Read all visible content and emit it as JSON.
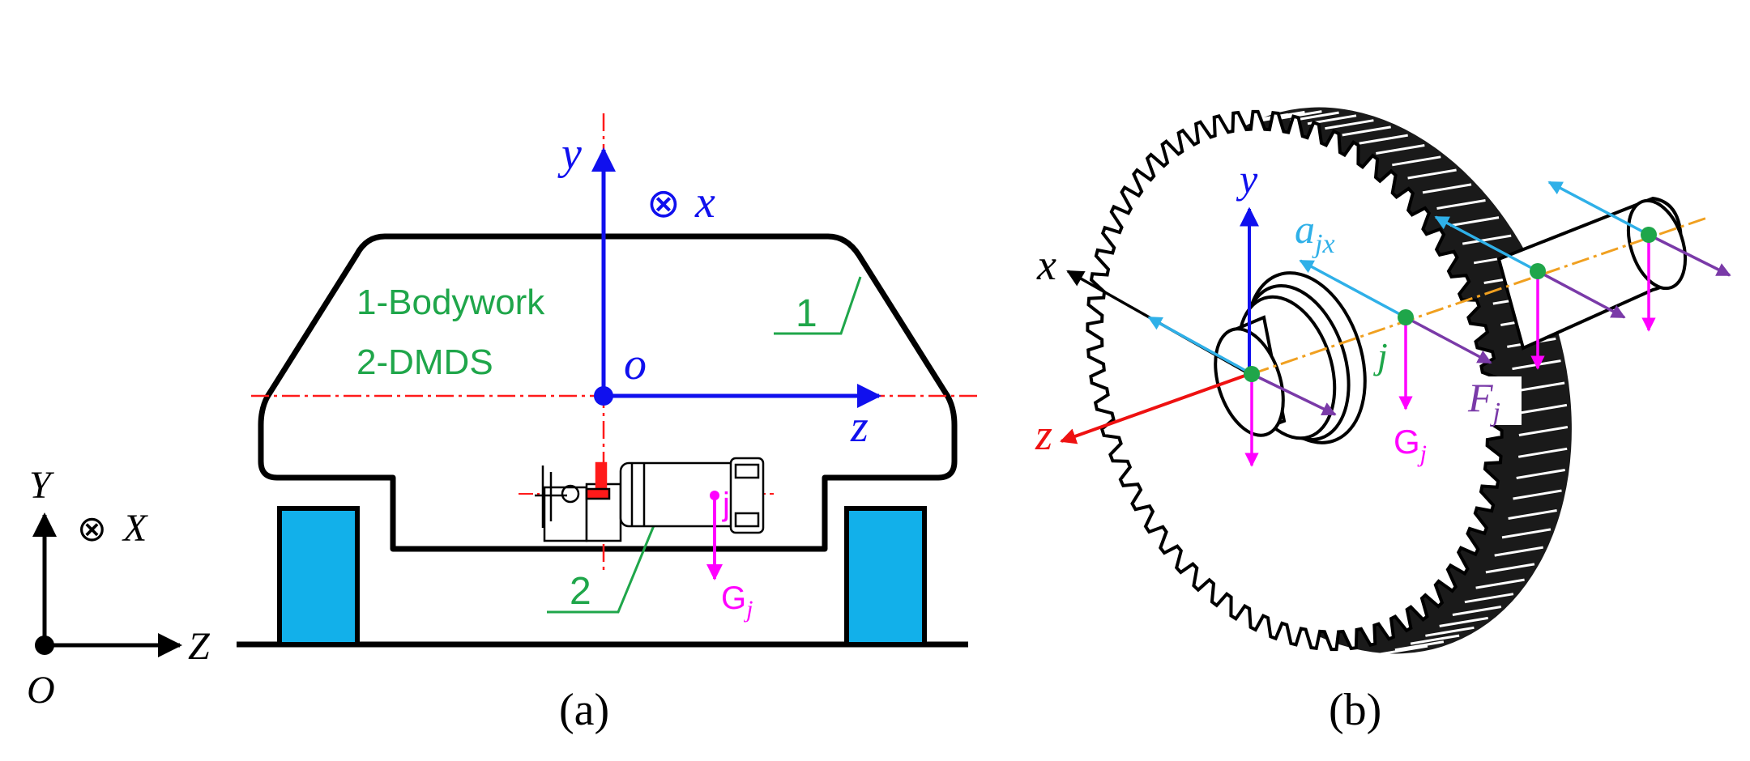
{
  "panel_a": {
    "caption": "(a)",
    "legend": [
      "1-Bodywork",
      "2-DMDS"
    ],
    "callouts": {
      "one": "1",
      "two": "2"
    },
    "local_axes": {
      "y": "y",
      "x": "x",
      "z": "z",
      "origin": "o",
      "into_page": "⊗"
    },
    "global_axes": {
      "Y": "Y",
      "X": "X",
      "Z": "Z",
      "origin": "O",
      "into_page": "⊗"
    },
    "point": "j",
    "gravity": {
      "main": "G",
      "sub": "j"
    }
  },
  "panel_b": {
    "caption": "(b)",
    "axes": {
      "x": "x",
      "y": "y",
      "z": "z"
    },
    "accel": {
      "main": "a",
      "sub": "jx"
    },
    "force": {
      "main": "F",
      "sub": "j"
    },
    "point": "j",
    "gravity": {
      "main": "G",
      "sub": "j"
    }
  },
  "colors": {
    "outline": "#000000",
    "local_axis": "#1010ee",
    "dashdot": "#ff1a1a",
    "label_green": "#1fa64a",
    "magenta": "#ff00ff",
    "cyan": "#2fb0e8",
    "purple": "#7a3aa8",
    "orange": "#f0a020",
    "wheel_blue": "#12b0ea",
    "red_axis": "#ee1111"
  }
}
